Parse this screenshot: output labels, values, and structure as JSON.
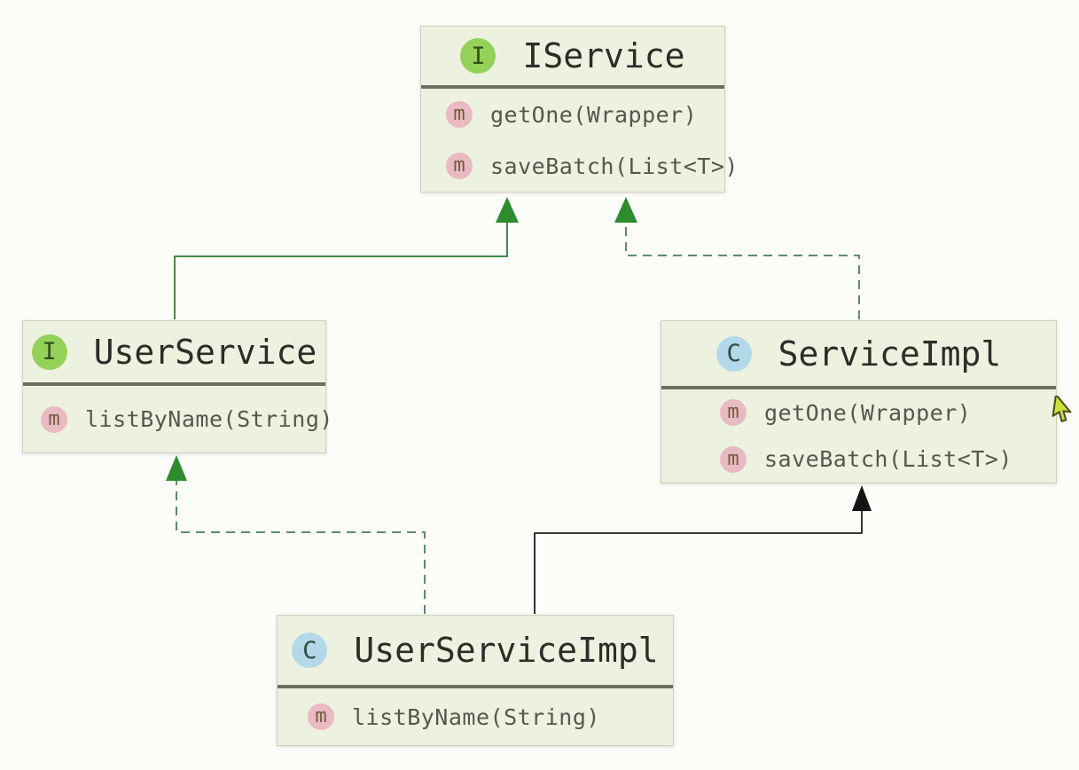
{
  "diagram": {
    "colors": {
      "page-bg": "#fcfcf9",
      "node-fill": "#edf1e0",
      "node-border": "#ccd3ba",
      "divider": "#6b6e62",
      "title-text": "#2c2c28",
      "method-text": "#56564e",
      "interface-badge-bg": "#94d158",
      "interface-badge-fg": "#33511d",
      "class-badge-bg": "#b3d9e9",
      "class-badge-fg": "#2e4b45",
      "method-badge-bg": "#e9bac1",
      "method-badge-fg": "#6f5b3e",
      "cursor-fill": "#cde13d",
      "cursor-stroke": "#4b4d20"
    },
    "method_badge": "m",
    "nodes": [
      {
        "name": "IService",
        "kind": "interface",
        "badge": "I",
        "methods": [
          "getOne(Wrapper)",
          "saveBatch(List<T>)"
        ]
      },
      {
        "name": "UserService",
        "kind": "interface",
        "badge": "I",
        "methods": [
          "listByName(String)"
        ]
      },
      {
        "name": "ServiceImpl",
        "kind": "class",
        "badge": "C",
        "methods": [
          "getOne(Wrapper)",
          "saveBatch(List<T>)"
        ]
      },
      {
        "name": "UserServiceImpl",
        "kind": "class",
        "badge": "C",
        "methods": [
          "listByName(String)"
        ]
      }
    ],
    "edges": [
      {
        "from": "UserService",
        "to": "IService",
        "relation": "extends",
        "line": "solid",
        "color": "#3e8d43",
        "arrow_color": "#2e8b2e"
      },
      {
        "from": "ServiceImpl",
        "to": "IService",
        "relation": "implements",
        "line": "dashed",
        "color": "#5d8a6d",
        "arrow_color": "#2e8b2e"
      },
      {
        "from": "UserServiceImpl",
        "to": "UserService",
        "relation": "implements",
        "line": "dashed",
        "color": "#5d8a6d",
        "arrow_color": "#2e8b2e"
      },
      {
        "from": "UserServiceImpl",
        "to": "ServiceImpl",
        "relation": "extends",
        "line": "solid",
        "color": "#1e1e1e",
        "arrow_color": "#141414"
      }
    ]
  }
}
